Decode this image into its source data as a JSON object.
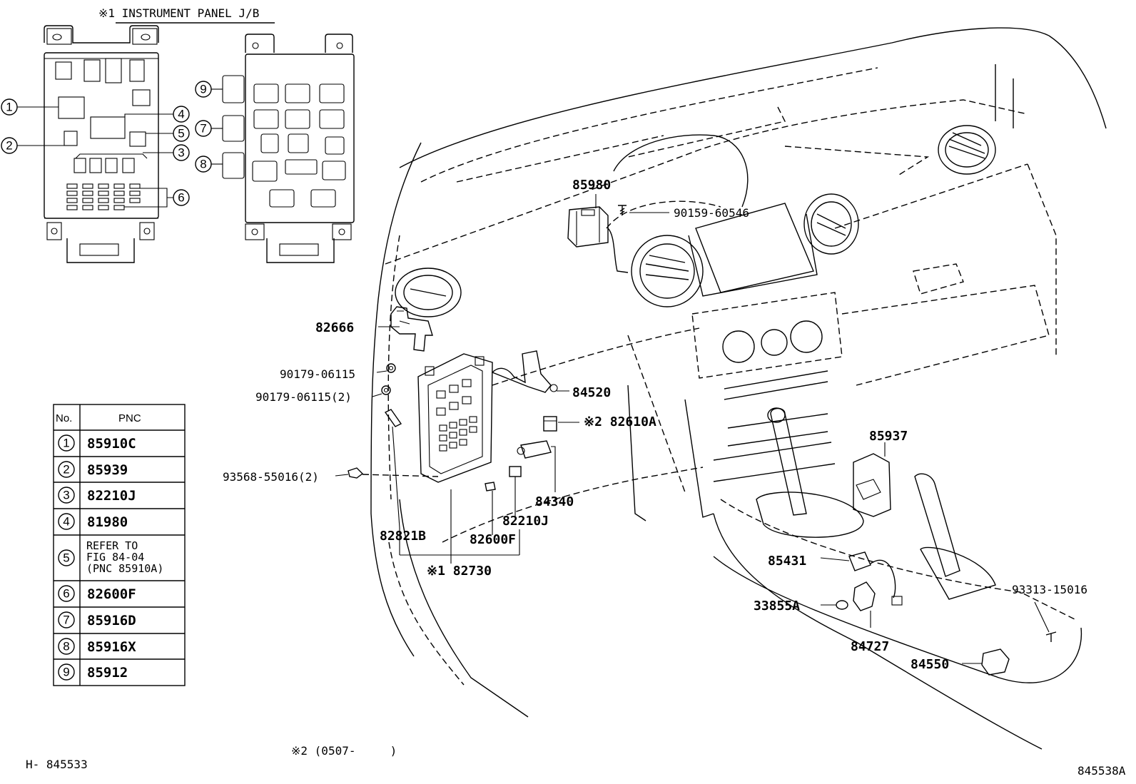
{
  "instrument_panel_title": "※1 INSTRUMENT PANEL J/B",
  "jb_callout_numbers": [
    "1",
    "2",
    "3",
    "4",
    "5",
    "6",
    "7",
    "8",
    "9"
  ],
  "table": {
    "headers": [
      "No.",
      "PNC"
    ],
    "rows": [
      {
        "no": "1",
        "pnc": "85910C"
      },
      {
        "no": "2",
        "pnc": "85939"
      },
      {
        "no": "3",
        "pnc": "82210J"
      },
      {
        "no": "4",
        "pnc": "81980"
      },
      {
        "no": "5",
        "pnc_lines": [
          "REFER TO",
          "FIG 84-04",
          "(PNC 85910A)"
        ]
      },
      {
        "no": "6",
        "pnc": "82600F"
      },
      {
        "no": "7",
        "pnc": "85916D"
      },
      {
        "no": "8",
        "pnc": "85916X"
      },
      {
        "no": "9",
        "pnc": "85912"
      }
    ]
  },
  "part_labels": {
    "p85980": "85980",
    "p90159": "90159-60546",
    "p82666": "82666",
    "p90179a": "90179-06115",
    "p90179b": "90179-06115(2)",
    "p84520": "84520",
    "p82610a": "※2 82610A",
    "p93568": "93568-55016(2)",
    "p84340": "84340",
    "p82210j": "82210J",
    "p82821b": "82821B",
    "p82600f": "82600F",
    "p82730": "※1 82730",
    "p85937": "85937",
    "p85431": "85431",
    "p33855a": "33855A",
    "p84727": "84727",
    "p93313": "93313-15016",
    "p84550": "84550"
  },
  "footnote": "※2 (0507-     )",
  "left_code": "H- 845533",
  "figure_code": "845538A"
}
